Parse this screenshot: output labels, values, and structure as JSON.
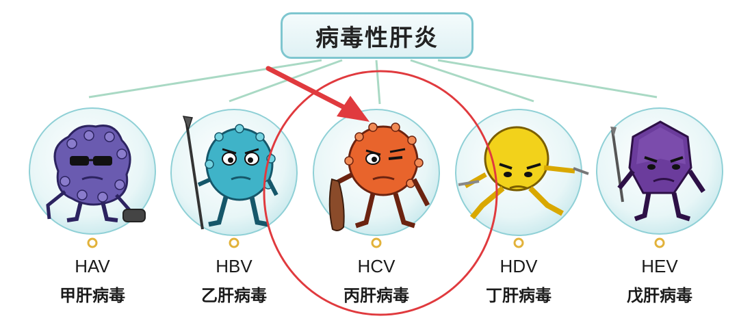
{
  "title": "病毒性肝炎",
  "viruses": [
    {
      "code": "HAV",
      "name": "甲肝病毒",
      "body_color": "#6a5bb0",
      "icon": "virus-hav-icon"
    },
    {
      "code": "HBV",
      "name": "乙肝病毒",
      "body_color": "#3fb3c8",
      "icon": "virus-hbv-icon"
    },
    {
      "code": "HCV",
      "name": "丙肝病毒",
      "body_color": "#e8642c",
      "icon": "virus-hcv-icon"
    },
    {
      "code": "HDV",
      "name": "丁肝病毒",
      "body_color": "#f2d21b",
      "icon": "virus-hdv-icon"
    },
    {
      "code": "HEV",
      "name": "戊肝病毒",
      "body_color": "#6b3c9c",
      "icon": "virus-hev-icon"
    }
  ],
  "highlight": {
    "target": "HCV",
    "color": "#e03a3e"
  },
  "colors": {
    "line_teal": "#5bbfc7",
    "line_green": "#b8d66a",
    "bubble": "#d9f0f2"
  }
}
